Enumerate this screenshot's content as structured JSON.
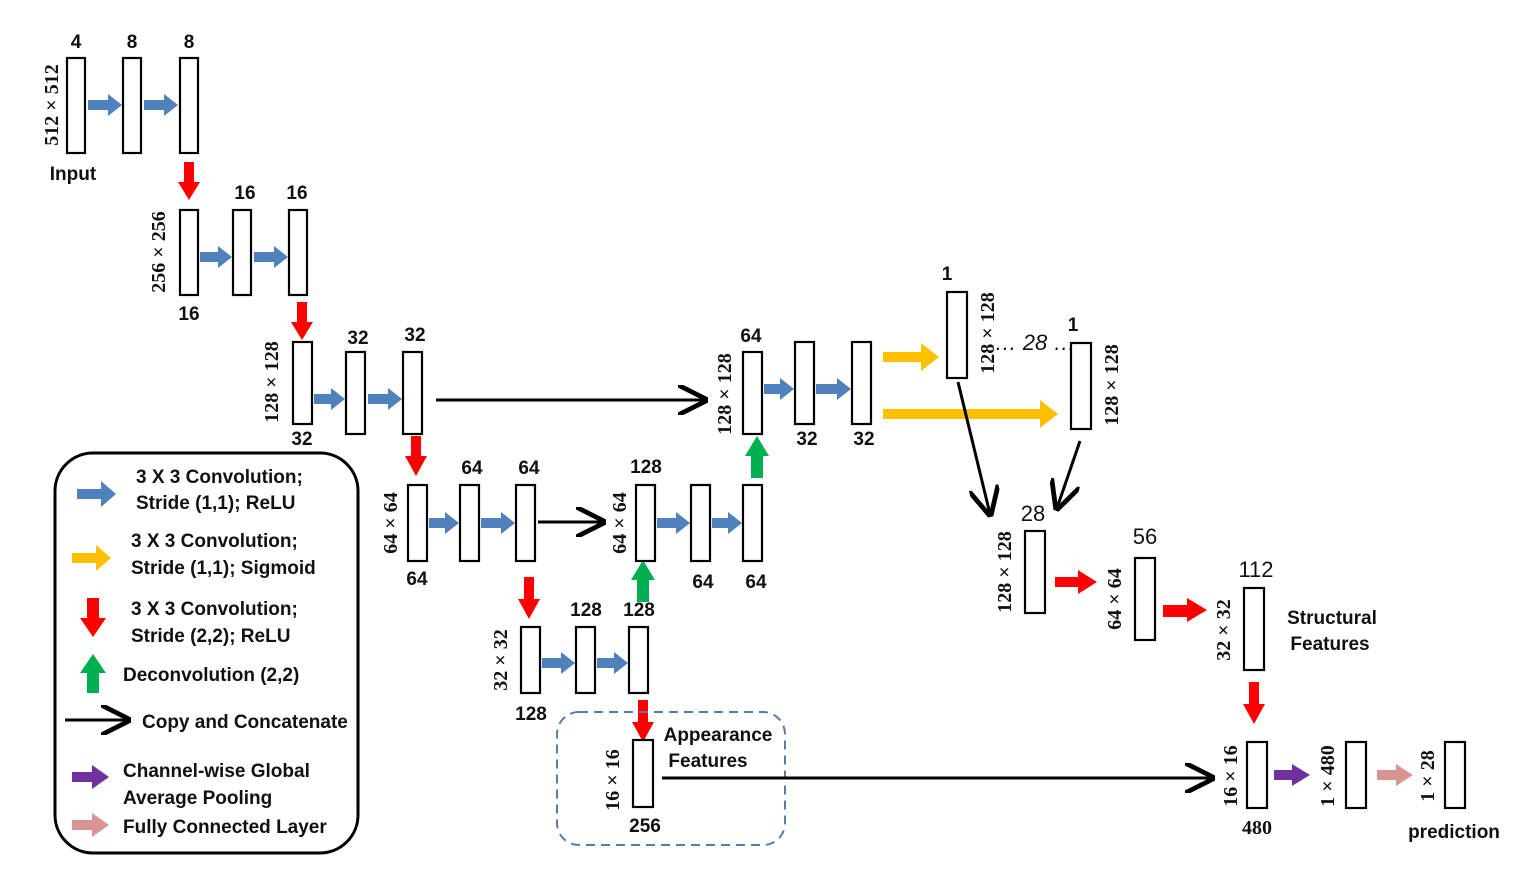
{
  "colors": {
    "blue": "#4f81bd",
    "yellow": "#ffc000",
    "red": "#ff0000",
    "green": "#00b050",
    "black": "#000000",
    "purple": "#7030a0",
    "pink": "#d99594",
    "dashed": "#5a7ba6"
  },
  "labels": {
    "input": "Input",
    "prediction": "prediction",
    "appearance_l1": "Appearance",
    "appearance_l2": "Features",
    "structural_l1": "Structural",
    "structural_l2": "Features",
    "dots28": "… 28 …",
    "b1": {
      "size": "512 × 512",
      "c1": "4",
      "c2": "8",
      "c3": "8"
    },
    "b2": {
      "size": "256 × 256",
      "c1": "16",
      "c2": "16",
      "c3": "16"
    },
    "b3": {
      "size": "128 × 128",
      "c1": "32",
      "c2": "32",
      "c3": "32"
    },
    "b4": {
      "size": "64 × 64",
      "c1": "64",
      "c2": "64",
      "c3": "64"
    },
    "b5": {
      "size": "32 × 32",
      "c1": "128",
      "c2": "128",
      "c3": "128"
    },
    "b6": {
      "size": "16 × 16",
      "c1": "256"
    },
    "d4": {
      "size": "64 × 64",
      "c1": "128",
      "c2": "64",
      "c3": "64"
    },
    "d3": {
      "size": "128 × 128",
      "c1": "64",
      "c2": "32",
      "c3": "32"
    },
    "s1": {
      "size": "128 × 128",
      "c": "1"
    },
    "s2": {
      "size": "128 × 128",
      "c": "1"
    },
    "r1": {
      "size": "128 × 128",
      "c": "28"
    },
    "r2": {
      "size": "64 × 64",
      "c": "56"
    },
    "r3": {
      "size": "32 × 32",
      "c": "112"
    },
    "f1": {
      "size": "16 × 16",
      "c": "480"
    },
    "f2": {
      "size": "1 × 480"
    },
    "f3": {
      "size": "1 × 28"
    }
  },
  "legend": {
    "conv_relu_l1": "3 X 3 Convolution;",
    "conv_relu_l2": "Stride (1,1);  ReLU",
    "conv_sig_l1": "3 X 3 Convolution;",
    "conv_sig_l2": "Stride (1,1);  Sigmoid",
    "conv_s2_l1": "3 X 3 Convolution;",
    "conv_s2_l2": "Stride (2,2);  ReLU",
    "deconv": "Deconvolution (2,2)",
    "copy": "Copy and Concatenate",
    "gap_l1": "Channel-wise Global",
    "gap_l2": "Average Pooling",
    "fc": "Fully Connected Layer"
  }
}
